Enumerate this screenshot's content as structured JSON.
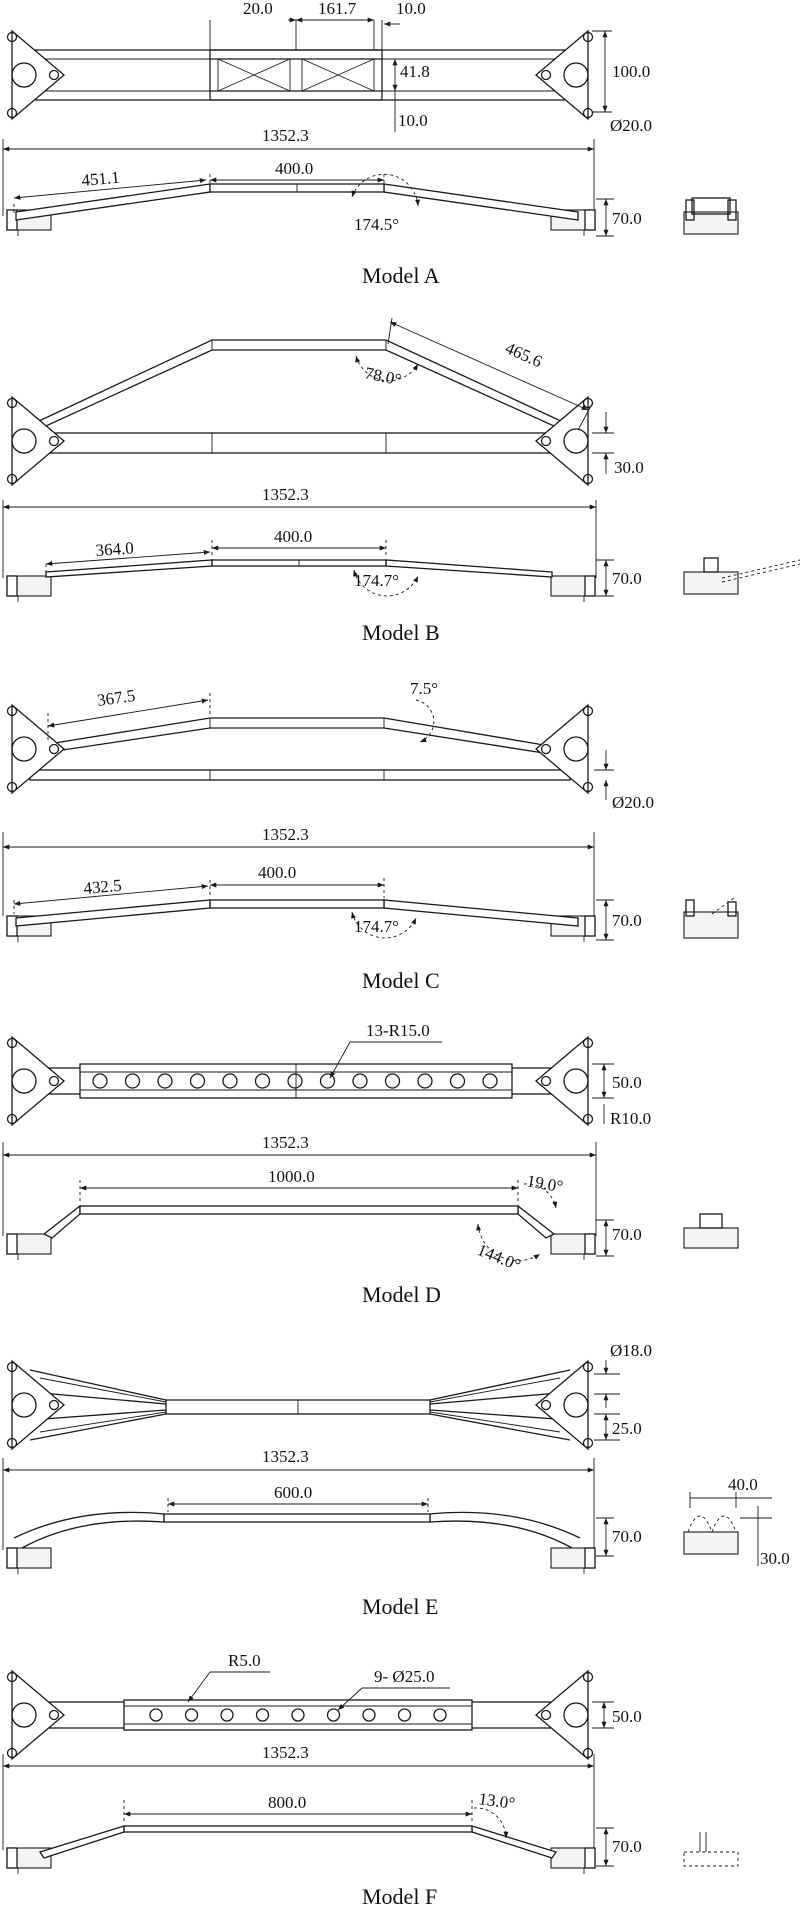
{
  "models": [
    {
      "caption": "Model A",
      "top_dims": [
        "20.0",
        "161.7",
        "10.0",
        "41.8",
        "10.0",
        "100.0",
        "Ø20.0"
      ],
      "span": "1352.3",
      "side_dims": [
        "451.1",
        "400.0",
        "174.5°",
        "70.0"
      ]
    },
    {
      "caption": "Model B",
      "top_dims": [
        "465.6",
        "78.0°",
        "30.0"
      ],
      "span": "1352.3",
      "side_dims": [
        "364.0",
        "400.0",
        "174.7°",
        "70.0"
      ]
    },
    {
      "caption": "Model C",
      "top_dims": [
        "367.5",
        "7.5°",
        "Ø20.0"
      ],
      "span": "1352.3",
      "side_dims": [
        "432.5",
        "400.0",
        "174.7°",
        "70.0"
      ]
    },
    {
      "caption": "Model D",
      "top_dims": [
        "13-R15.0",
        "50.0",
        "R10.0"
      ],
      "span": "1352.3",
      "side_dims": [
        "1000.0",
        "19.0°",
        "144.0°",
        "70.0"
      ]
    },
    {
      "caption": "Model E",
      "top_dims": [
        "Ø18.0",
        "25.0"
      ],
      "span": "1352.3",
      "side_dims": [
        "600.0",
        "70.0",
        "40.0",
        "30.0"
      ]
    },
    {
      "caption": "Model F",
      "top_dims": [
        "R5.0",
        "9- Ø25.0",
        "50.0"
      ],
      "span": "1352.3",
      "side_dims": [
        "800.0",
        "13.0°",
        "70.0"
      ]
    }
  ]
}
